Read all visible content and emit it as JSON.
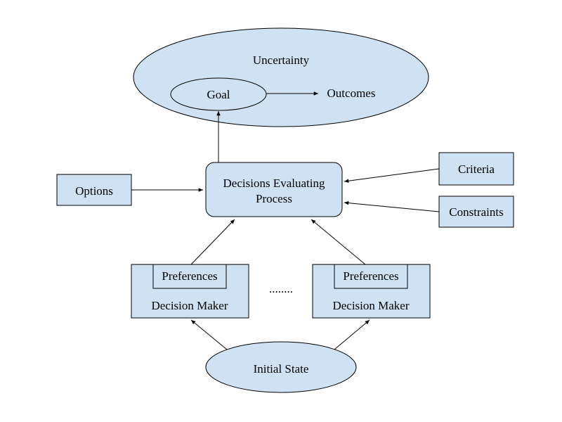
{
  "colors": {
    "node_fill": "#cfe2f3",
    "stroke": "#000000",
    "text": "#000000",
    "background": "#ffffff"
  },
  "nodes": {
    "uncertainty": "Uncertainty",
    "goal": "Goal",
    "outcomes": "Outcomes",
    "options": "Options",
    "process_line1": "Decisions Evaluating",
    "process_line2": "Process",
    "criteria": "Criteria",
    "constraints": "Constraints",
    "left_preferences": "Preferences",
    "left_decision_maker": "Decision Maker",
    "ellipsis": "........",
    "right_preferences": "Preferences",
    "right_decision_maker": "Decision Maker",
    "initial_state": "Initial State"
  }
}
